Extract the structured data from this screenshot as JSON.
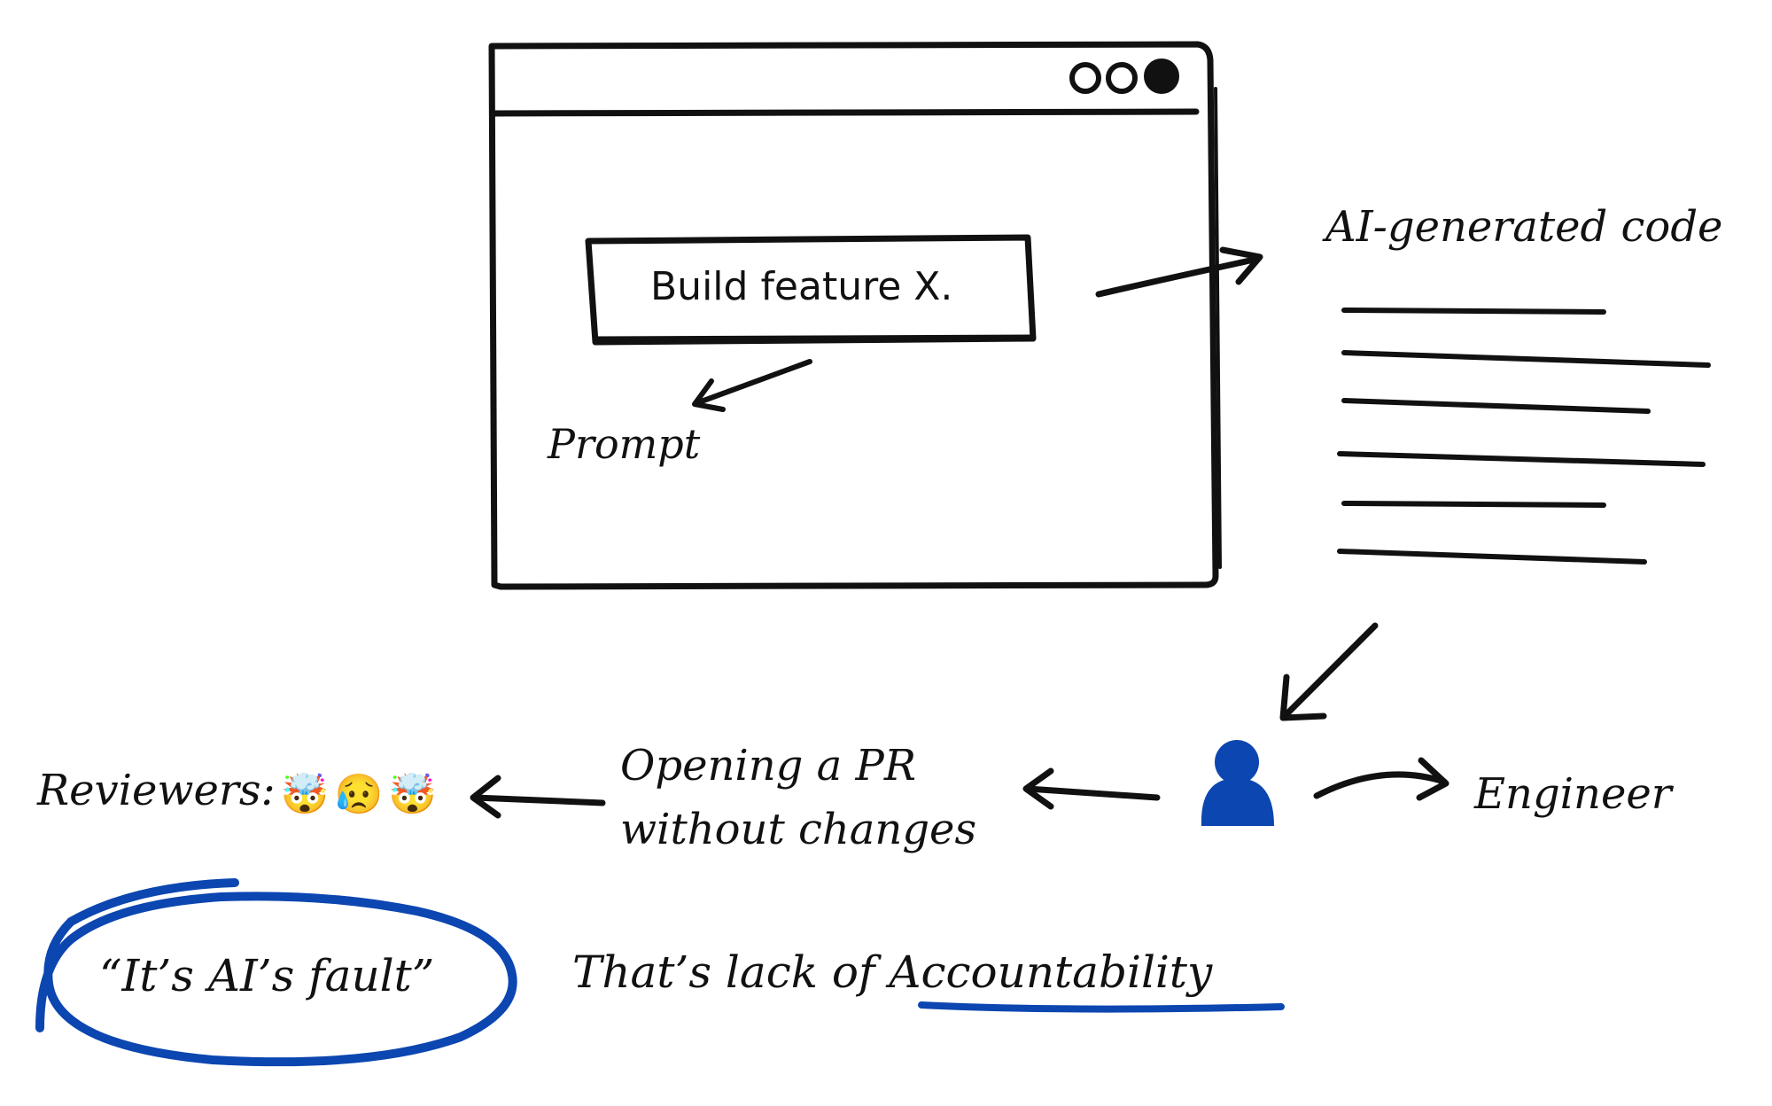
{
  "prompt_box": {
    "text": "Build feature X."
  },
  "labels": {
    "prompt": "Prompt",
    "ai_code": "AI-generated code",
    "engineer": "Engineer",
    "pr_line1": "Opening a PR",
    "pr_line2": "without changes",
    "reviewers": "Reviewers:",
    "quote": "“It’s AI’s fault”",
    "lack_prefix": "That’s lack of",
    "lack_word": "Accountability"
  },
  "reviewer_emojis": [
    "🤯",
    "😥",
    "🤯"
  ],
  "icons": {
    "window_controls": "three-circle-icon",
    "engineer": "person-icon"
  },
  "colors": {
    "ink": "#111111",
    "accent_blue": "#0c46b0"
  }
}
